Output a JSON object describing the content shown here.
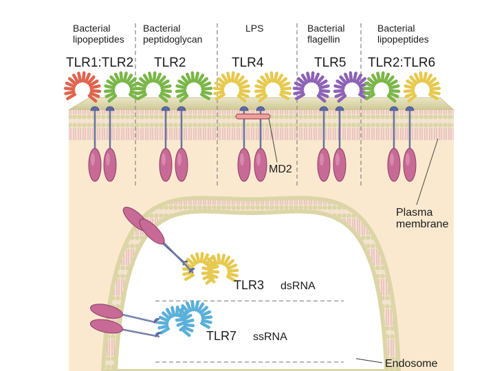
{
  "ligands": [
    {
      "line1": "Bacterial",
      "line2": "lipopeptides"
    },
    {
      "line1": "Bacterial",
      "line2": "peptidoglycan"
    },
    {
      "line1": "LPS",
      "line2": ""
    },
    {
      "line1": "Bacterial",
      "line2": "flagellin"
    },
    {
      "line1": "Bacterial",
      "line2": "lipopeptides"
    }
  ],
  "receptors": [
    "TLR1:TLR2",
    "TLR2",
    "TLR4",
    "TLR5",
    "TLR2:TLR6"
  ],
  "labels": {
    "md2": "MD2",
    "plasma_line1": "Plasma",
    "plasma_line2": "membrane",
    "endosome": "Endosome"
  },
  "endosomal": [
    {
      "name": "TLR3",
      "ligand": "dsRNA"
    },
    {
      "name": "TLR7",
      "ligand": "ssRNA"
    }
  ],
  "colors": {
    "cytoplasm": "#fbe9cf",
    "membrane_tan": "#d9d3a3",
    "head": "#e7e1b6",
    "lipid_pink": "#e9b7bd",
    "domain": "#c76a95",
    "anchor": "#5a6aa6",
    "red": "#e0644f",
    "green": "#7ab648",
    "yellow": "#e6c94f",
    "purple": "#8d62b5",
    "blue": "#5ab0d8"
  }
}
